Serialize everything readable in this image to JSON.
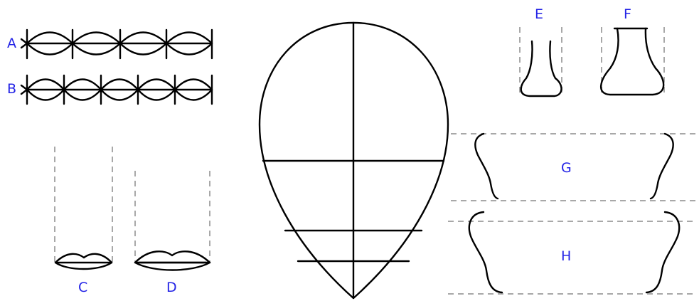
{
  "labels": {
    "a": "A",
    "b": "B",
    "c": "C",
    "d": "D",
    "e": "E",
    "f": "F",
    "g": "G",
    "h": "H"
  },
  "colors": {
    "label": "#2323e6",
    "stroke": "#000000",
    "guide": "#a8a8a8"
  }
}
